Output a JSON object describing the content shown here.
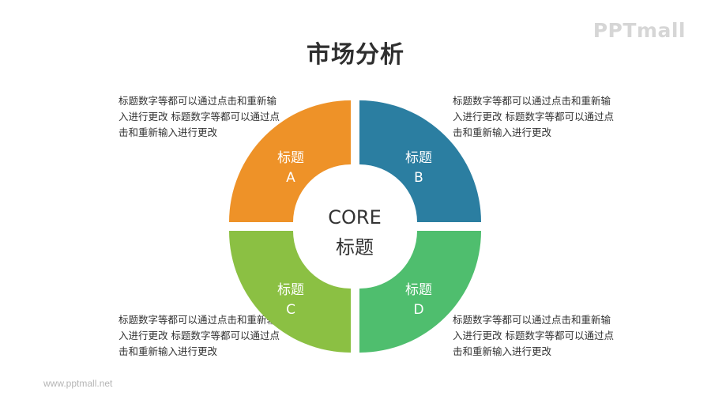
{
  "title": "市场分析",
  "logo": "PPTmall",
  "footer": "www.pptmall.net",
  "center": {
    "line1": "CORE",
    "line2": "标题"
  },
  "segments": [
    {
      "id": "a",
      "line1": "标题",
      "line2": "A",
      "color": "#EE9228"
    },
    {
      "id": "b",
      "line1": "标题",
      "line2": "B",
      "color": "#2B7EA1"
    },
    {
      "id": "c",
      "line1": "标题",
      "line2": "C",
      "color": "#8BC043"
    },
    {
      "id": "d",
      "line1": "标题",
      "line2": "D",
      "color": "#4FBE6E"
    }
  ],
  "descriptions": {
    "top_left": "标题数字等都可以通过点击和重新输入进行更改 标题数字等都可以通过点击和重新输入进行更改",
    "top_right": "标题数字等都可以通过点击和重新输入进行更改 标题数字等都可以通过点击和重新输入进行更改",
    "bottom_left": "标题数字等都可以通过点击和重新输入进行更改 标题数字等都可以通过点击和重新输入进行更改",
    "bottom_right": "标题数字等都可以通过点击和重新输入进行更改 标题数字等都可以通过点击和重新输入进行更改"
  }
}
